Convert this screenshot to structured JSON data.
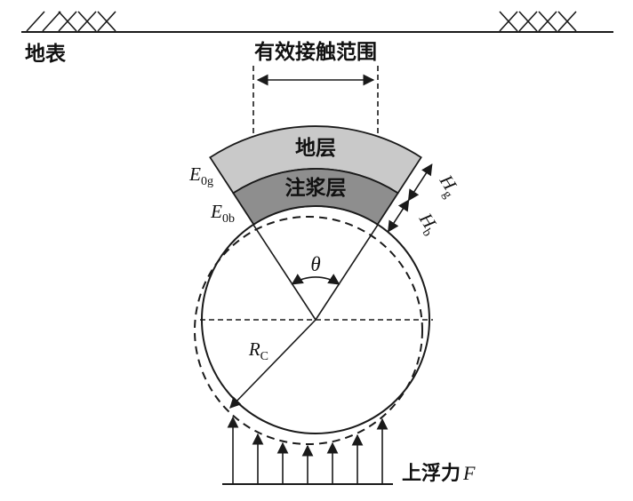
{
  "colors": {
    "line": "#1a1a1a",
    "strata_fill": "#c9c9c9",
    "grout_fill": "#8e8e8e",
    "background": "#ffffff"
  },
  "labels": {
    "ground_surface": "地表",
    "contact_range": "有效接触范围",
    "strata_layer": "地层",
    "grout_layer": "注浆层",
    "modulus_strata": {
      "main": "E",
      "sub": "0g"
    },
    "modulus_grout": {
      "main": "E",
      "sub": "0b"
    },
    "thickness_strata": {
      "main": "H",
      "sub": "g"
    },
    "thickness_grout": {
      "main": "H",
      "sub": "b"
    },
    "angle": "θ",
    "radius": {
      "main": "R",
      "sub": "C"
    },
    "uplift_force": {
      "prefix": "上浮力",
      "symbol": "F"
    }
  }
}
